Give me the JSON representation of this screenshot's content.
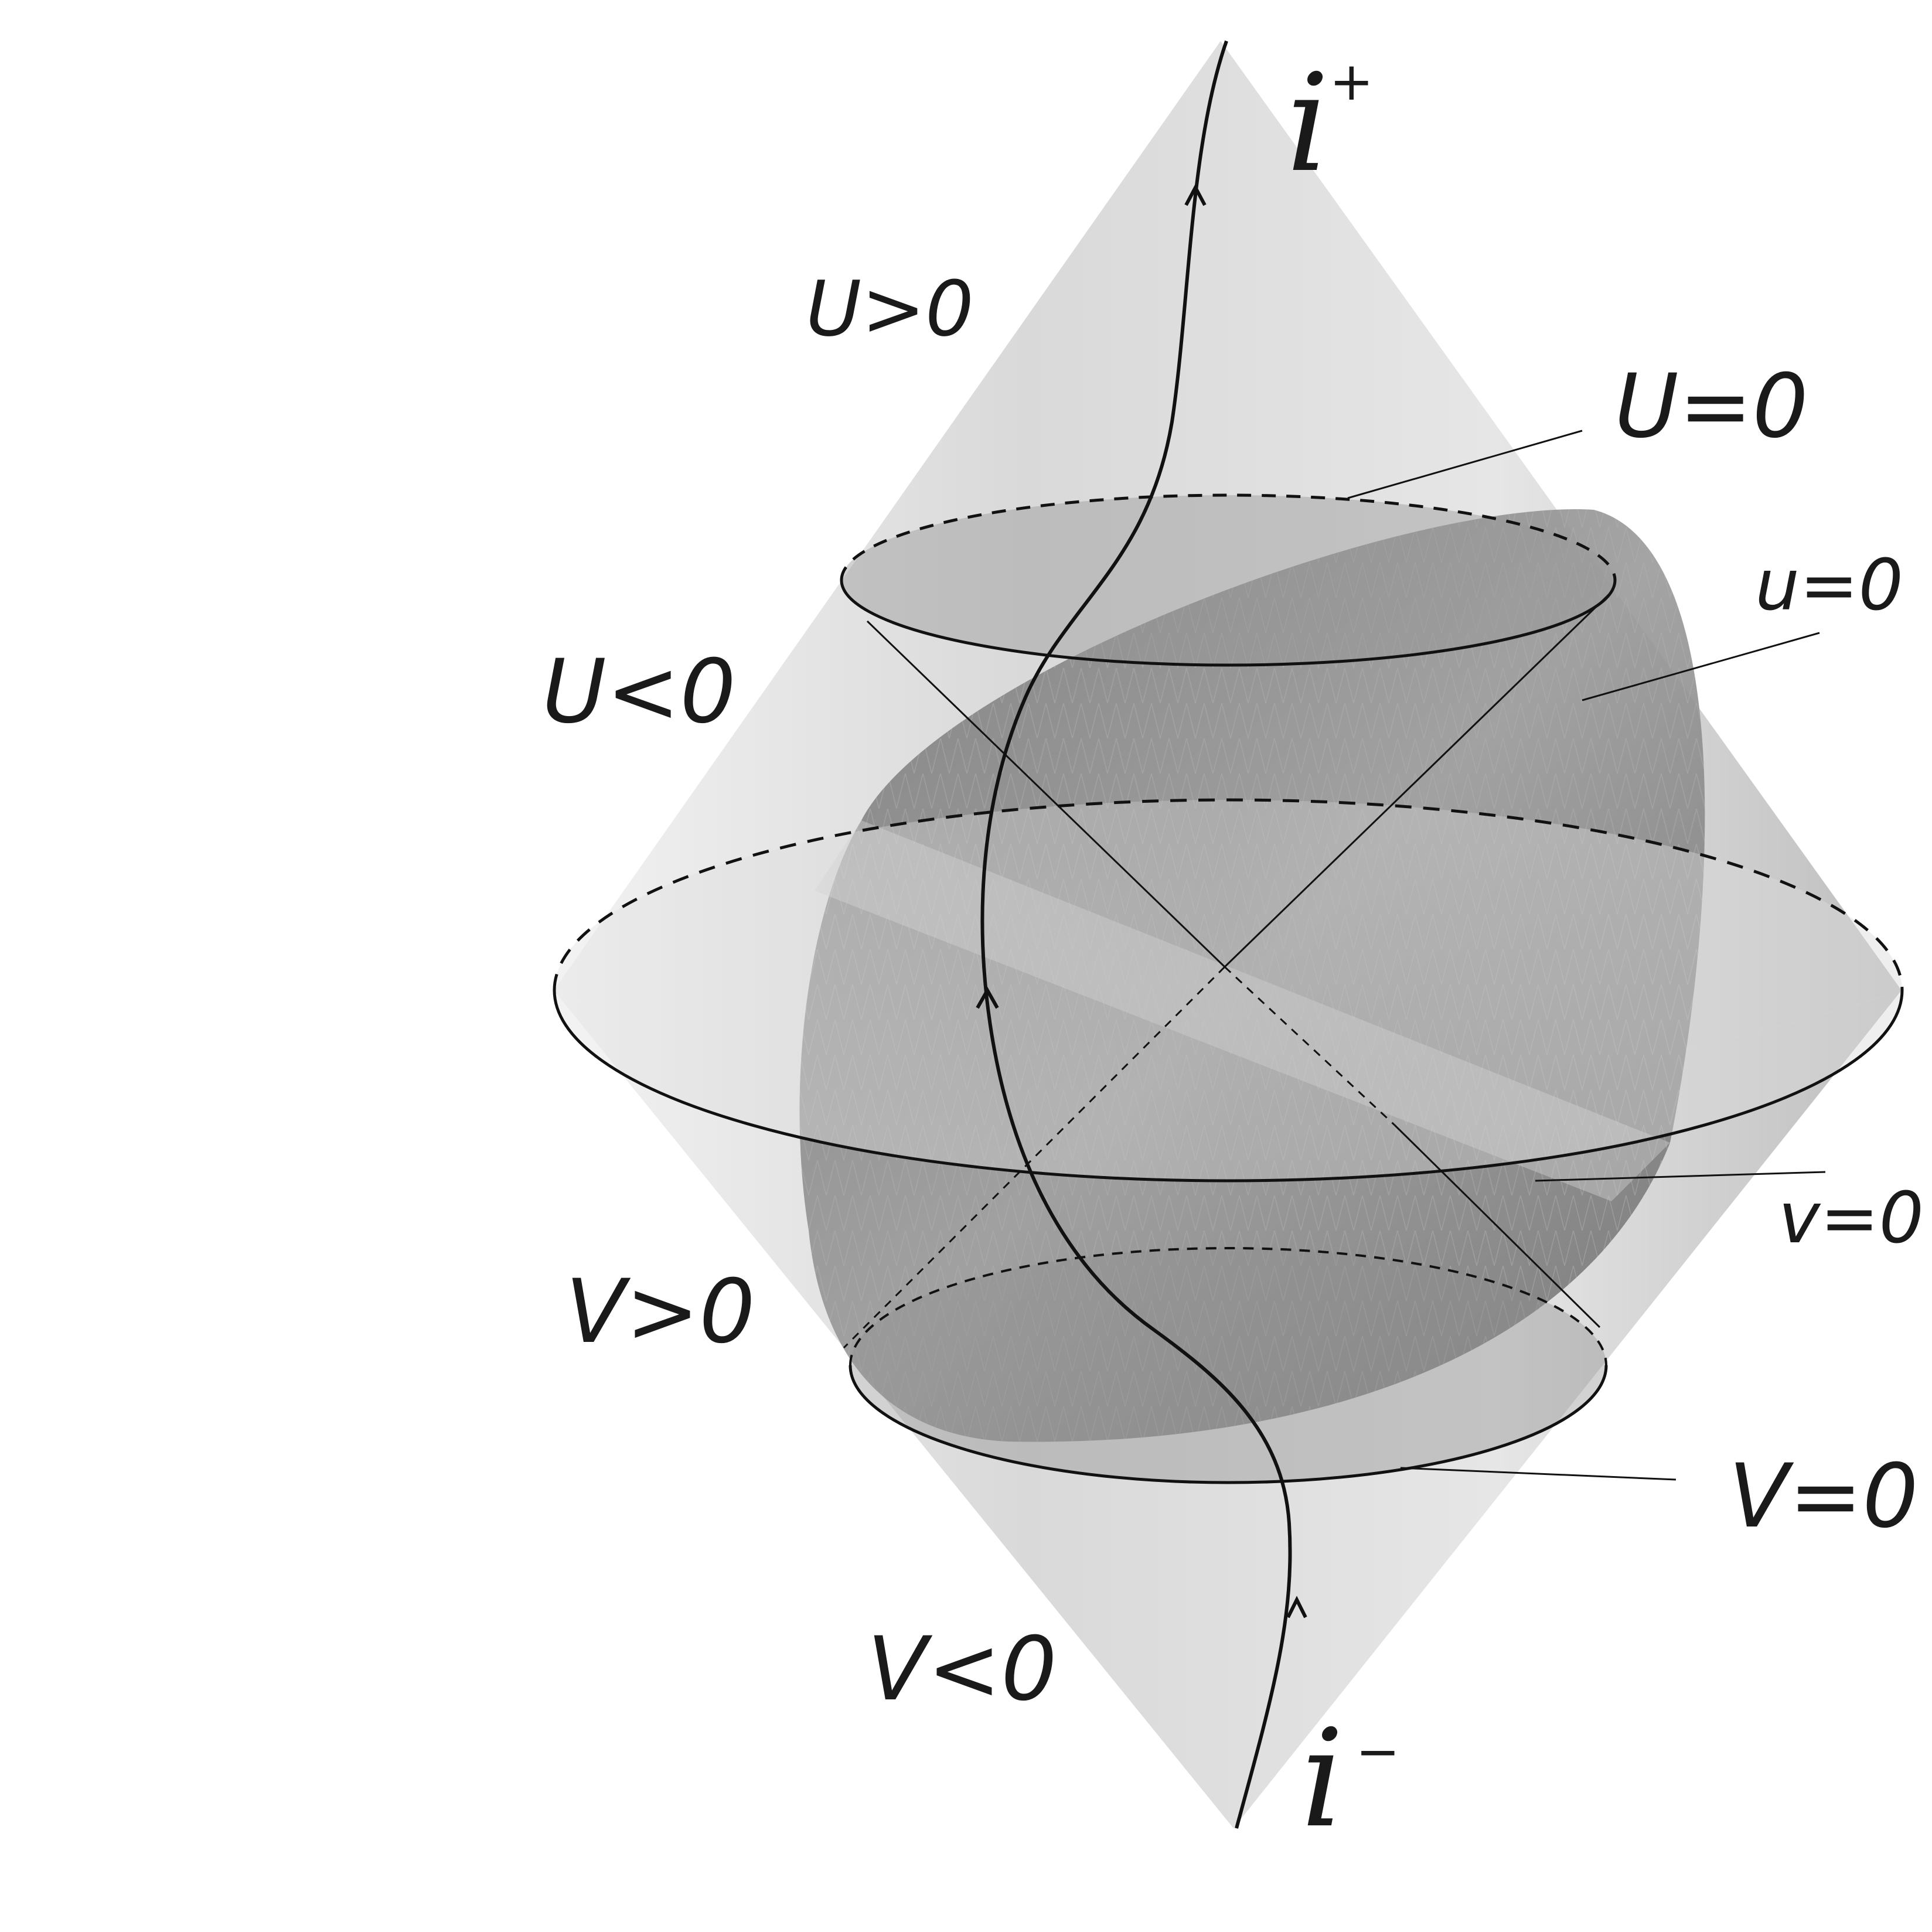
{
  "points": {
    "future": {
      "base": "i",
      "sup": "+"
    },
    "past": {
      "base": "i",
      "sup": "−"
    }
  },
  "regions": {
    "u_pos": "U>0",
    "u_neg": "U<0",
    "v_pos": "V>0",
    "v_neg": "V<0"
  },
  "surfaces": {
    "U_zero": "U=0",
    "u_zero": "u=0",
    "v_zero": "v=0",
    "V_zero": "V=0"
  },
  "colors": {
    "cone_light": "#ececec",
    "cone_mid": "#d4d4d4",
    "surface_dark": "#8a8a8a",
    "ink": "#111111"
  }
}
